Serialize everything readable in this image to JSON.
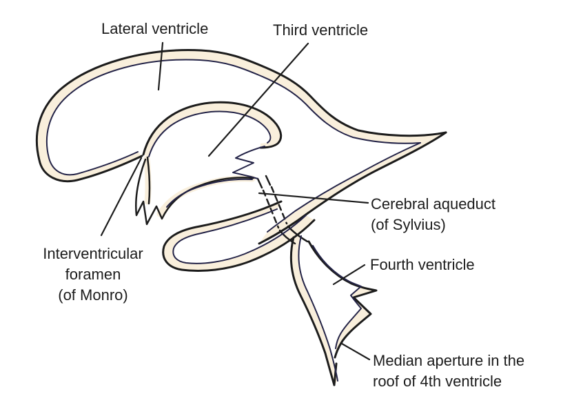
{
  "labels": {
    "lateral_ventricle": {
      "text": "Lateral ventricle"
    },
    "third_ventricle": {
      "text": "Third ventricle"
    },
    "cerebral_aqueduct": {
      "lines": [
        "Cerebral aqueduct",
        "(of Sylvius)"
      ]
    },
    "fourth_ventricle": {
      "text": "Fourth ventricle"
    },
    "interventricular_foramen": {
      "lines": [
        "Interventricular",
        "foramen",
        "(of Monro)"
      ]
    },
    "median_aperture": {
      "lines": [
        "Median aperture in the",
        "roof of 4th ventricle"
      ]
    }
  },
  "colors": {
    "background": "#ffffff",
    "outline": "#1c1c1c",
    "inner_line": "#232347",
    "band_fill": "#f9efdc",
    "text": "#1b1b1b"
  }
}
